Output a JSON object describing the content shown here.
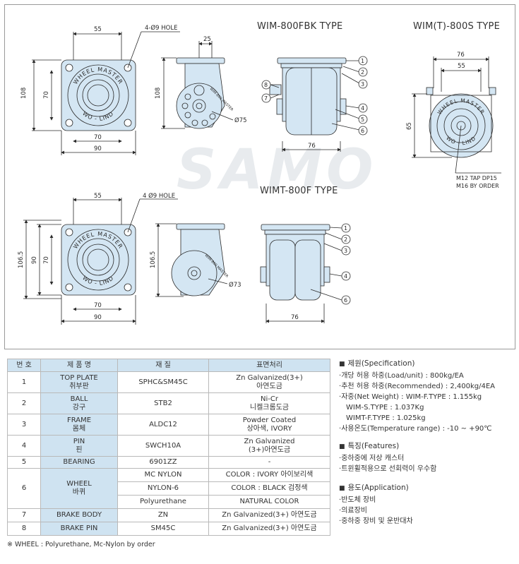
{
  "titles": {
    "fbk": "WIM-800FBK TYPE",
    "s": "WIM(T)-800S TYPE",
    "f": "WIMT-800F TYPE"
  },
  "watermark": "SAMO",
  "dims": {
    "top_55": "55",
    "top_hole": "4-Ø9 HOLE",
    "top_108": "108",
    "top_70v": "70",
    "top_70h": "70",
    "top_90": "90",
    "side_25": "25",
    "side_108": "108",
    "side_75": "Ø75",
    "front_76": "76",
    "s_76": "76",
    "s_55": "55",
    "s_65": "65",
    "s_tap1": "M12 TAP DP15",
    "s_tap2": "M16 BY ORDER",
    "bot_55": "55",
    "bot_hole": "4 Ø9 HOLE",
    "bot_1065": "106.5",
    "bot_70v": "70",
    "bot_90v": "90",
    "bot_70h": "70",
    "bot_90h": "90",
    "bside_1065": "106.5",
    "bside_73": "Ø73",
    "bfront_76": "76"
  },
  "plate_text": {
    "top": "WHEEL MASTER",
    "bottom": "WO - LIND",
    "small": "WIM-800 MASTER"
  },
  "callouts": [
    "1",
    "2",
    "3",
    "4",
    "5",
    "6",
    "7",
    "8"
  ],
  "table": {
    "headers": [
      "번 호",
      "제 품 명",
      "재 질",
      "표면처리"
    ],
    "rows": [
      {
        "no": "1",
        "name": "TOP PLATE",
        "name_ko": "취부판",
        "material": "SPHC&SM45C",
        "finish": "Zn Galvanized(3+)",
        "finish2": "아연도금"
      },
      {
        "no": "2",
        "name": "BALL",
        "name_ko": "강구",
        "material": "STB2",
        "finish": "Ni-Cr",
        "finish2": "니켈크롬도금"
      },
      {
        "no": "3",
        "name": "FRAME",
        "name_ko": "몸체",
        "material": "ALDC12",
        "finish": "Powder Coated",
        "finish2": "상아색, IVORY"
      },
      {
        "no": "4",
        "name": "PIN",
        "name_ko": "핀",
        "material": "SWCH10A",
        "finish": "Zn Galvanized",
        "finish2": "(3+)아연도금"
      },
      {
        "no": "5",
        "name": "BEARING",
        "name_ko": "",
        "material": "6901ZZ",
        "finish": "-",
        "finish2": ""
      }
    ],
    "wheel": {
      "no": "6",
      "name": "WHEEL",
      "name_ko": "바퀴",
      "subs": [
        {
          "material": "MC NYLON",
          "finish": "COLOR : IVORY 아이보리색"
        },
        {
          "material": "NYLON-6",
          "finish": "COLOR : BLACK 검정색"
        },
        {
          "material": "Polyurethane",
          "finish": "NATURAL COLOR"
        }
      ]
    },
    "rows2": [
      {
        "no": "7",
        "name": "BRAKE BODY",
        "material": "ZN",
        "finish": "Zn Galvanized(3+) 아연도금"
      },
      {
        "no": "8",
        "name": "BRAKE PIN",
        "material": "SM45C",
        "finish": "Zn Galvanized(3+) 아연도금"
      }
    ],
    "footnote": "※ WHEEL : Polyurethane, Mc-Nylon by order"
  },
  "spec": {
    "title": "제원(Specification)",
    "items": [
      "개당 허용 하중(Load/unit) : 800kg/EA",
      "추천 허용 하중(Recommended) : 2,400kg/4EA",
      "자중(Net Weight) : WIM-F.TYPE : 1.155kg"
    ],
    "indented": [
      "WIM-S.TYPE : 1.037Kg",
      "WIMT-F.TYPE : 1.025kg"
    ],
    "last": "사용온도(Temperature range) : -10 ~ +90℃"
  },
  "features": {
    "title": "특징(Features)",
    "items": [
      "중하중에 저상 캐스터",
      "트윈휠적용으로 선회력이 우수함"
    ]
  },
  "application": {
    "title": "용도(Application)",
    "items": [
      "반도체 장비",
      "의료장비",
      "중하중 장비 및 운반대차"
    ]
  },
  "colors": {
    "part_fill": "#d4e6f3",
    "line": "#2a2a2a",
    "header_bg": "#cfe3f1"
  }
}
